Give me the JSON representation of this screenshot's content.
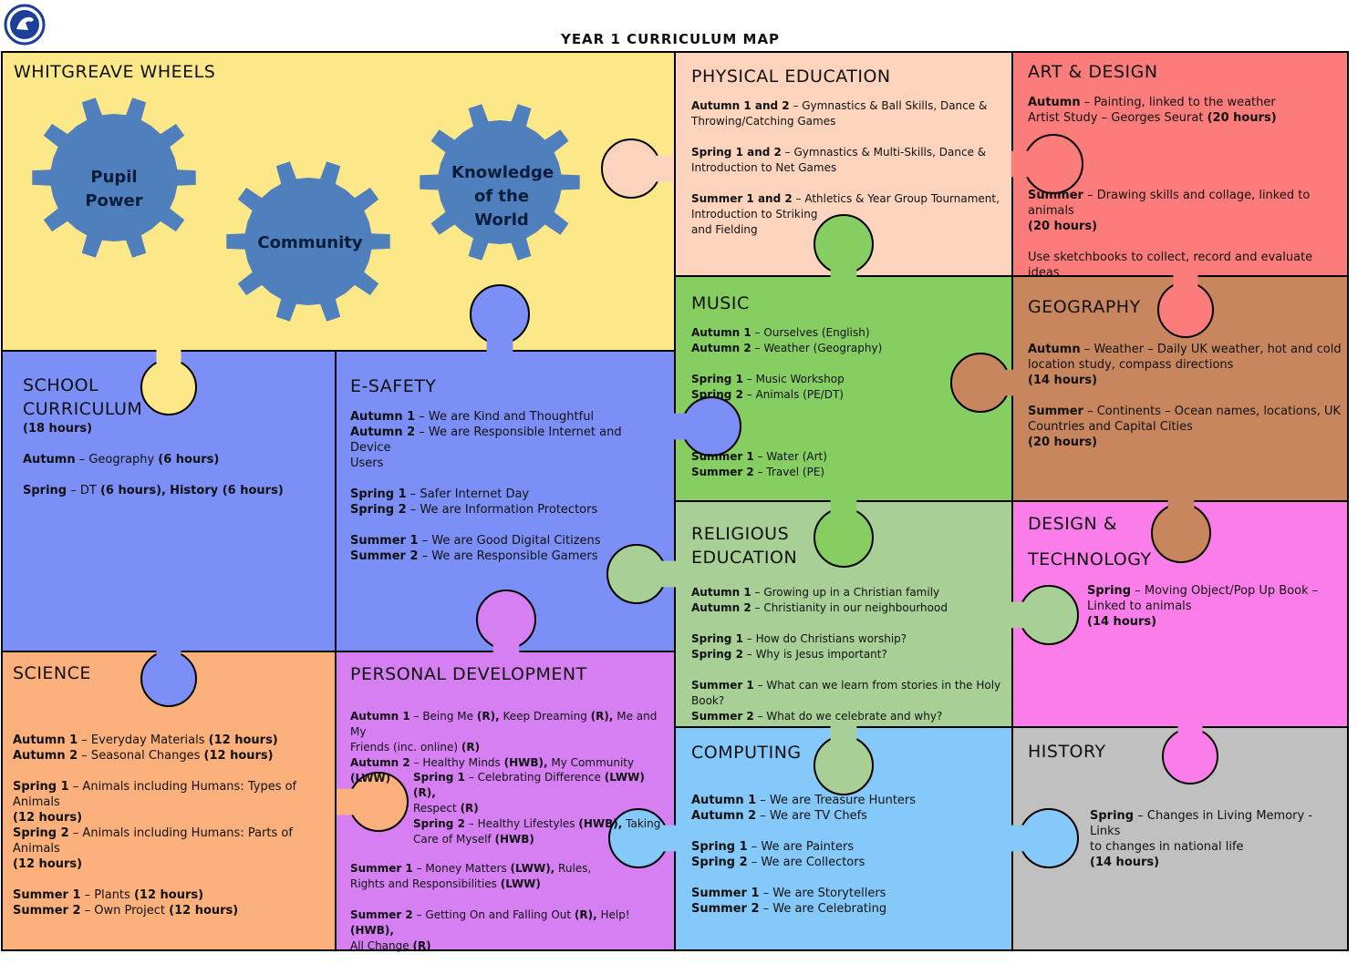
{
  "page_title": "YEAR 1 CURRICULUM MAP",
  "colors": {
    "wheels": "#fce889",
    "physical_education": "#fcd4bd",
    "art_design": "#fc7c7b",
    "music": "#86cd62",
    "geography": "#c8865e",
    "school_curriculum": "#7b8ff7",
    "e_safety": "#7b8ff7",
    "religious_education": "#a8d096",
    "design_technology": "#fb7de9",
    "science": "#fcb07b",
    "personal_development": "#d57ff3",
    "computing": "#85c9fb",
    "history": "#c0c0c0",
    "cog": "#4f7fbd"
  },
  "wheels": {
    "title": "WHITGREAVE WHEELS",
    "cogs": [
      "Pupil Power",
      "Community",
      "Knowledge of the World"
    ]
  },
  "physical_education": {
    "title": "PHYSICAL EDUCATION",
    "lines": [
      {
        "b": "Autumn 1 and 2",
        "t": " – Gymnastics & Ball Skills, Dance &"
      },
      {
        "t": "Throwing/Catching Games"
      },
      {
        "gap": true
      },
      {
        "b": "Spring 1 and 2",
        "t": " – Gymnastics & Multi-Skills, Dance &"
      },
      {
        "t": "Introduction to Net Games"
      },
      {
        "gap": true
      },
      {
        "b": "Summer 1 and 2",
        "t": " – Athletics & Year Group Tournament,"
      },
      {
        "t": "Introduction to Striking"
      },
      {
        "t": "and Fielding"
      }
    ]
  },
  "art_design": {
    "title": "ART & DESIGN",
    "lines": [
      {
        "b": "Autumn",
        "t": " – Painting, linked to the weather"
      },
      {
        "t": "Artist Study – Georges Seurat ",
        "b2": "(20 hours)"
      },
      {
        "gap": true
      },
      {
        "gap": true
      },
      {
        "gap": true
      },
      {
        "gap": true
      },
      {
        "b": "Summer",
        "t": " – Drawing skills and collage, linked to animals"
      },
      {
        "b": "(20 hours)"
      },
      {
        "gap": true
      },
      {
        "t": "Use sketchbooks to collect, record and evaluate ideas"
      }
    ]
  },
  "music": {
    "title": "MUSIC",
    "lines": [
      {
        "b": "Autumn 1",
        "t": " – Ourselves (English)"
      },
      {
        "b": "Autumn 2",
        "t": " – Weather (Geography)"
      },
      {
        "gap": true
      },
      {
        "b": "Spring 1",
        "t": " – Music Workshop"
      },
      {
        "b": "Spring 2",
        "t": " – Animals (PE/DT)"
      },
      {
        "gap": true
      },
      {
        "gap": true
      },
      {
        "gap": true
      },
      {
        "b": "Summer 1",
        "t": " – Water (Art)"
      },
      {
        "b": "Summer 2",
        "t": " – Travel (PE)"
      }
    ]
  },
  "geography": {
    "title": "GEOGRAPHY",
    "lines": [
      {
        "b": "Autumn",
        "t": " – Weather – Daily UK weather, hot and cold"
      },
      {
        "t": "location study, compass directions"
      },
      {
        "b": "(14 hours)"
      },
      {
        "gap": true
      },
      {
        "b": "Summer",
        "t": " – Continents – Ocean names, locations, UK"
      },
      {
        "t": "Countries and Capital Cities"
      },
      {
        "b": "(20 hours)"
      }
    ]
  },
  "school_curriculum": {
    "title": "SCHOOL CURRICULUM",
    "lines": [
      {
        "b": "(18 hours)"
      },
      {
        "gap": true
      },
      {
        "b": "Autumn",
        "t": " – Geography ",
        "b2": "(6 hours)"
      },
      {
        "gap": true
      },
      {
        "b": "Spring",
        "t": " – DT ",
        "b2": "(6 hours),",
        "t2": " ",
        "b3": "History (6 hours)"
      }
    ]
  },
  "e_safety": {
    "title": "E-SAFETY",
    "lines": [
      {
        "b": "Autumn 1",
        "t": " – We are Kind and Thoughtful"
      },
      {
        "b": "Autumn 2",
        "t": " – We are Responsible Internet and Device"
      },
      {
        "t": "Users"
      },
      {
        "gap": true
      },
      {
        "b": "Spring 1",
        "t": " – Safer Internet Day"
      },
      {
        "b": "Spring 2",
        "t": " – We are Information Protectors"
      },
      {
        "gap": true
      },
      {
        "b": "Summer 1",
        "t": " – We are Good Digital Citizens"
      },
      {
        "b": "Summer 2",
        "t": " – We are Responsible Gamers"
      }
    ]
  },
  "religious_education": {
    "title_1": "RELIGIOUS",
    "title_2": "EDUCATION",
    "lines": [
      {
        "b": "Autumn 1",
        "t": " – Growing up in a Christian family"
      },
      {
        "b": "Autumn 2",
        "t": " – Christianity in our neighbourhood"
      },
      {
        "gap": true
      },
      {
        "b": "Spring 1",
        "t": " – How do Christians worship?"
      },
      {
        "b": "Spring 2",
        "t": " – Why is Jesus important?"
      },
      {
        "gap": true
      },
      {
        "b": "Summer 1",
        "t": " – What can we learn from stories in the Holy"
      },
      {
        "t": "Book?"
      },
      {
        "b": "Summer 2",
        "t": " – What do we celebrate and why?"
      }
    ]
  },
  "design_technology": {
    "title_1": "DESIGN &",
    "title_2": "TECHNOLOGY",
    "lines": [
      {
        "b": "Spring",
        "t": " – Moving Object/Pop Up Book –"
      },
      {
        "t": "Linked to animals"
      },
      {
        "b": "(14 hours)"
      }
    ]
  },
  "science": {
    "title": "SCIENCE",
    "lines": [
      {
        "b": "Autumn 1",
        "t": " – Everyday Materials ",
        "b2": "(12 hours)"
      },
      {
        "b": "Autumn 2",
        "t": " – Seasonal Changes ",
        "b2": "(12 hours)"
      },
      {
        "gap": true
      },
      {
        "b": "Spring 1",
        "t": " – Animals including Humans: Types of Animals"
      },
      {
        "b": "(12 hours)"
      },
      {
        "b": "Spring 2",
        "t": " – Animals including Humans: Parts of Animals"
      },
      {
        "b": "(12 hours)"
      },
      {
        "gap": true
      },
      {
        "b": "Summer 1",
        "t": " – Plants ",
        "b2": "(12 hours)"
      },
      {
        "b": "Summer 2",
        "t": " – Own Project ",
        "b2": "(12 hours)"
      }
    ]
  },
  "personal_development": {
    "title": "PERSONAL DEVELOPMENT",
    "lines_a": [
      {
        "b": "Autumn 1",
        "t": " – Being Me ",
        "b2": "(R),",
        "t2": "  Keep Dreaming ",
        "b3": "(R),",
        "t3": "  Me and My"
      },
      {
        "t": "Friends (inc. online) ",
        "b2": "(R)"
      },
      {
        "b": "Autumn 2",
        "t": " – Healthy Minds ",
        "b2": "(HWB),",
        "t2": "  My Community ",
        "b3": "(LWW)"
      }
    ],
    "lines_b": [
      {
        "b": "Spring 1",
        "t": " – Celebrating Difference ",
        "b2": "(LWW) (R),"
      },
      {
        "t": "Respect ",
        "b2": "(R)"
      },
      {
        "b": "Spring 2",
        "t": " – Healthy Lifestyles ",
        "b2": "(HWB),",
        "t2": " Taking"
      },
      {
        "t": "Care of Myself ",
        "b2": "(HWB)"
      }
    ],
    "lines_c": [
      {
        "b": "Summer 1",
        "t": " – Money Matters ",
        "b2": "(LWW),",
        "t2": " Rules,"
      },
      {
        "t": "Rights and Responsibilities ",
        "b2": "(LWW)"
      },
      {
        "gap": true
      },
      {
        "b": "Summer 2",
        "t": " – Getting On and Falling Out ",
        "b2": "(R),",
        "t2": "  Help! ",
        "b3": "(HWB),"
      },
      {
        "t": "All Change ",
        "b2": "(R)"
      }
    ]
  },
  "computing": {
    "title": "COMPUTING",
    "lines": [
      {
        "b": "Autumn 1",
        "t": " – We are Treasure Hunters"
      },
      {
        "b": "Autumn 2",
        "t": " – We are TV Chefs"
      },
      {
        "gap": true
      },
      {
        "b": "Spring 1",
        "t": " – We are Painters"
      },
      {
        "b": "Spring 2",
        "t": " – We are Collectors"
      },
      {
        "gap": true
      },
      {
        "b": "Summer 1",
        "t": " – We are Storytellers"
      },
      {
        "b": "Summer 2",
        "t": " – We are Celebrating"
      }
    ]
  },
  "history": {
    "title": "HISTORY",
    "lines": [
      {
        "b": "Spring",
        "t": " – Changes in Living Memory - Links"
      },
      {
        "t": "to changes in national life"
      },
      {
        "b": "(14 hours)"
      }
    ]
  }
}
